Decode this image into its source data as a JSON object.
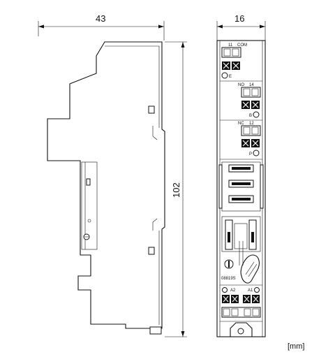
{
  "dimensions": {
    "width_side": "43",
    "width_front": "16",
    "height": "102"
  },
  "terminals": {
    "t11": "11",
    "com": "COM",
    "no": "NO",
    "t14": "14",
    "nc": "NC",
    "t12": "12",
    "a2": "A2",
    "a1": "A1",
    "pin_e": "E",
    "pin_b": "B",
    "pin_p": "P"
  },
  "product_code": "08819S",
  "unit_label": "[mm]"
}
